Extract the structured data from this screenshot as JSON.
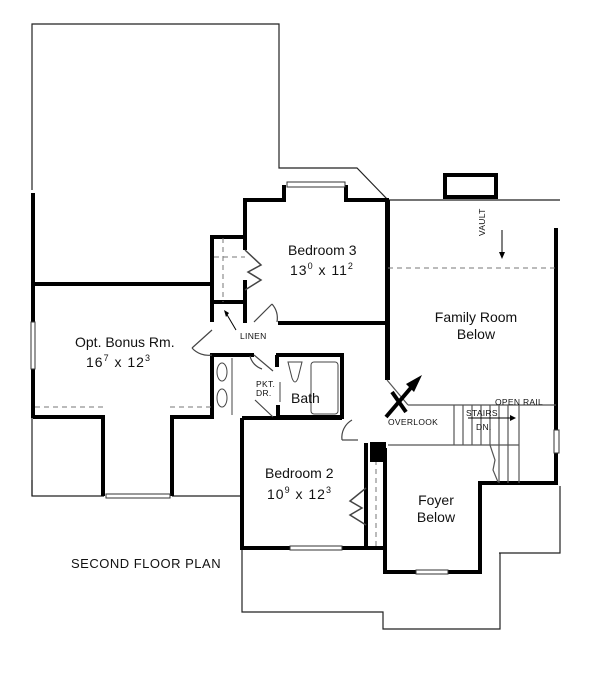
{
  "plan": {
    "title": "SECOND FLOOR PLAN",
    "rooms": {
      "bedroom3": {
        "name": "Bedroom 3",
        "dim_a": "13",
        "dim_a_sup": "0",
        "dim_b": "11",
        "dim_b_sup": "2",
        "x": "x"
      },
      "bonus": {
        "name": "Opt. Bonus Rm.",
        "dim_a": "16",
        "dim_a_sup": "7",
        "dim_b": "12",
        "dim_b_sup": "3",
        "x": "x"
      },
      "bedroom2": {
        "name": "Bedroom 2",
        "dim_a": "10",
        "dim_a_sup": "9",
        "dim_b": "12",
        "dim_b_sup": "3",
        "x": "x"
      },
      "family": {
        "line1": "Family Room",
        "line2": "Below"
      },
      "foyer": {
        "line1": "Foyer",
        "line2": "Below"
      },
      "bath": {
        "name": "Bath"
      }
    },
    "annotations": {
      "linen": "LINEN",
      "pkt_dr_1": "PKT.",
      "pkt_dr_2": "DR.",
      "overlook": "OVERLOOK",
      "open_rail": "OPEN RAIL",
      "stairs_1": "STAIRS",
      "stairs_2": "DN.",
      "vault": "VAULT"
    },
    "colors": {
      "wall": "#000000",
      "line": "#222222",
      "dash": "#777777",
      "background": "#ffffff"
    }
  }
}
